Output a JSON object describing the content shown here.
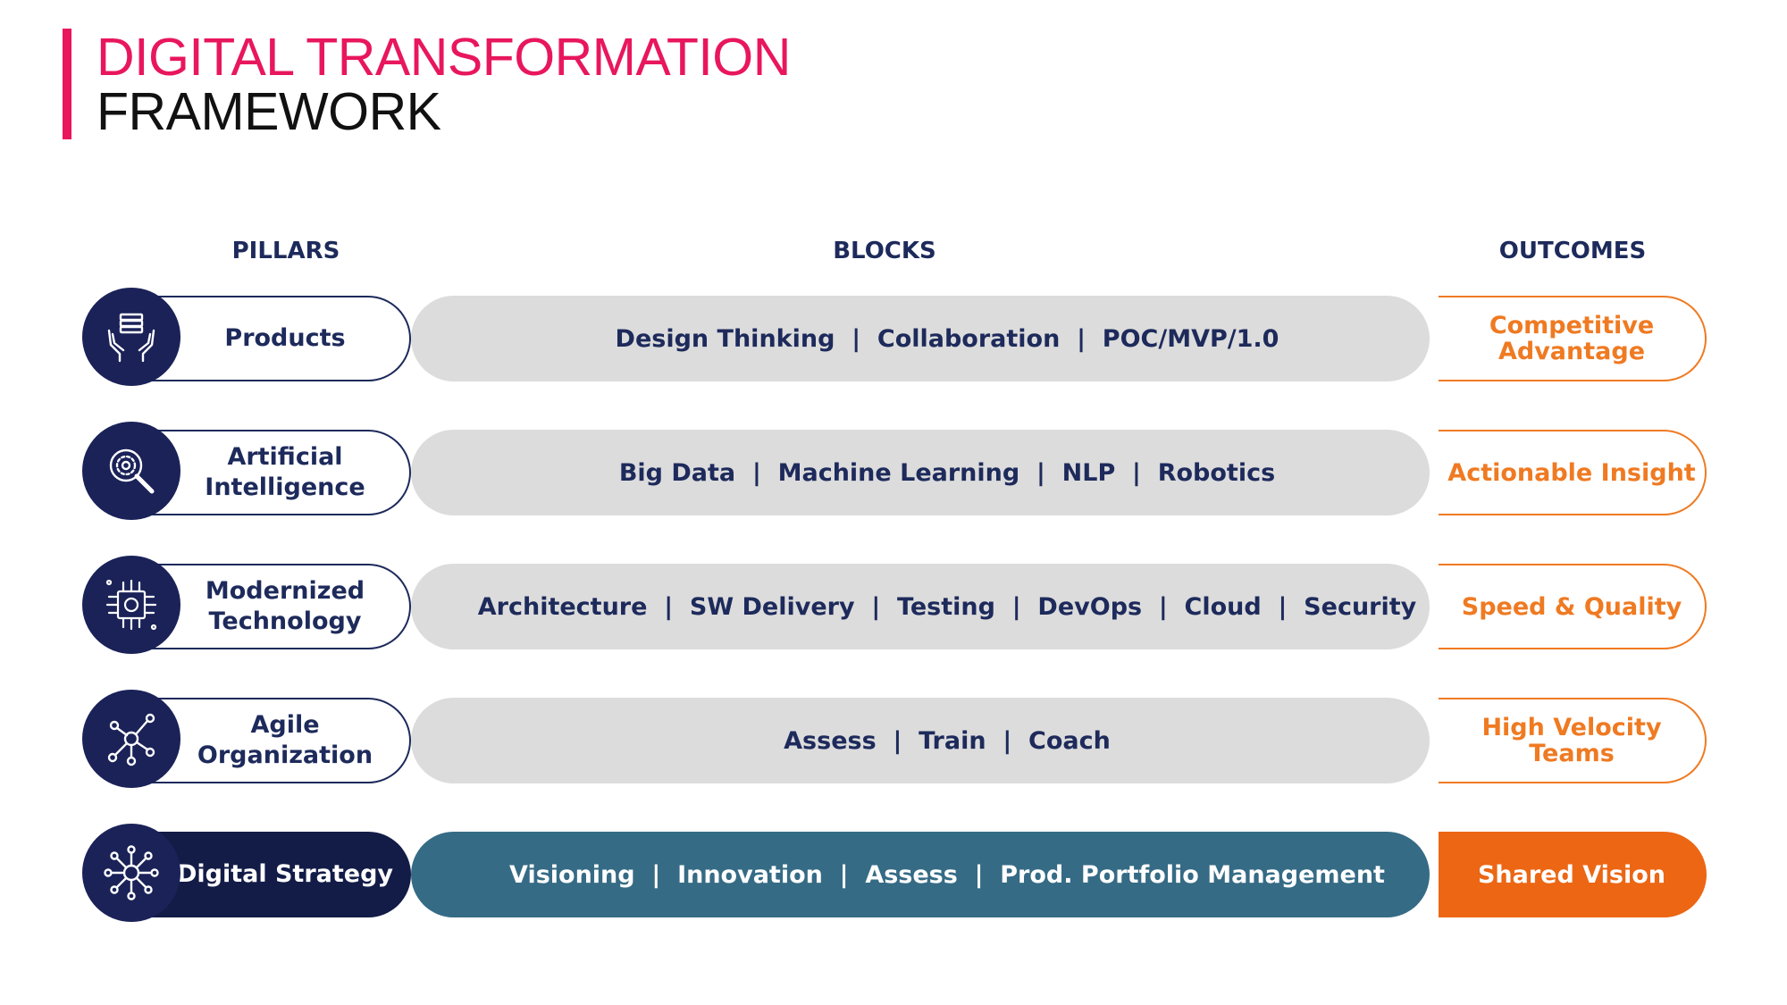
{
  "title": {
    "line1": "DIGITAL TRANSFORMATION",
    "line2": "FRAMEWORK"
  },
  "headers": {
    "pillars": "PILLARS",
    "blocks": "BLOCKS",
    "outcomes": "OUTCOMES"
  },
  "rows": [
    {
      "pillar": "Products",
      "icon": "hands-holding-stack-icon",
      "blocks": "Design Thinking  |  Collaboration  |  POC/MVP/1.0",
      "outcome": "Competitive\nAdvantage"
    },
    {
      "pillar": "Artificial\nIntelligence",
      "icon": "magnifier-brain-icon",
      "blocks": "Big Data  |  Machine Learning  |  NLP  |  Robotics",
      "outcome": "Actionable Insight"
    },
    {
      "pillar": "Modernized\nTechnology",
      "icon": "circuit-chip-icon",
      "blocks": "Architecture  |  SW Delivery  |  Testing  |  DevOps  |  Cloud  |  Security",
      "outcome": "Speed & Quality"
    },
    {
      "pillar": "Agile\nOrganization",
      "icon": "network-nodes-icon",
      "blocks": "Assess  |  Train  |  Coach",
      "outcome": "High Velocity\nTeams"
    },
    {
      "pillar": "Digital Strategy",
      "icon": "hub-connections-icon",
      "blocks": "Visioning  |  Innovation  |  Assess  |  Prod. Portfolio Management",
      "outcome": "Shared Vision"
    }
  ],
  "colors": {
    "title_accent": "#e8175d",
    "navy": "#1d2a5b",
    "block_gray": "#dcdcdc",
    "block_teal": "#356b85",
    "orange": "#ef7a22"
  }
}
